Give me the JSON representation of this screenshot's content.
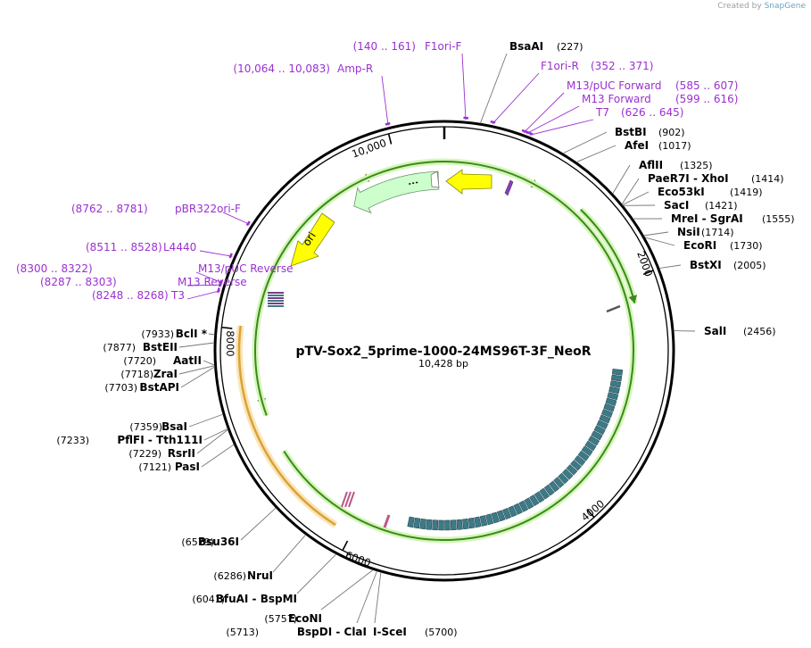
{
  "credit": {
    "prefix": "Created by",
    "brand": "SnapGene"
  },
  "plasmid": {
    "name": "pTV-Sox2_5prime-1000-24MS96T-3F_NeoR",
    "length_label": "10,428 bp",
    "length": 10428
  },
  "ticks": [
    "10,000",
    "2000",
    "4000",
    "6000",
    "8000"
  ],
  "enzymes": [
    {
      "name": "BsaAI",
      "pos": "(227)",
      "side": "right"
    },
    {
      "name": "BstBI",
      "pos": "(902)",
      "side": "right"
    },
    {
      "name": "AfeI",
      "pos": "(1017)",
      "side": "right"
    },
    {
      "name": "AflII",
      "pos": "(1325)",
      "side": "right"
    },
    {
      "name": "PaeR7I - XhoI",
      "pos": "(1414)",
      "side": "right"
    },
    {
      "name": "Eco53kI",
      "pos": "(1419)",
      "side": "right"
    },
    {
      "name": "SacI",
      "pos": "(1421)",
      "side": "right"
    },
    {
      "name": "MreI - SgrAI",
      "pos": "(1555)",
      "side": "right"
    },
    {
      "name": "NsiI",
      "pos": "(1714)",
      "side": "right"
    },
    {
      "name": "EcoRI",
      "pos": "(1730)",
      "side": "right"
    },
    {
      "name": "BstXI",
      "pos": "(2005)",
      "side": "right"
    },
    {
      "name": "SalI",
      "pos": "(2456)",
      "side": "right"
    },
    {
      "name": "I-SceI",
      "pos": "(5700)",
      "side": "right"
    },
    {
      "name": "BspDI - ClaI",
      "pos": "(5713)",
      "side": "left"
    },
    {
      "name": "EcoNI",
      "pos": "(5757)",
      "side": "left"
    },
    {
      "name": "BfuAI - BspMI",
      "pos": "(6041)",
      "side": "left"
    },
    {
      "name": "NruI",
      "pos": "(6286)",
      "side": "left"
    },
    {
      "name": "Bsu36I",
      "pos": "(6579)",
      "side": "left"
    },
    {
      "name": "PasI",
      "pos": "(7121)",
      "side": "left"
    },
    {
      "name": "RsrII",
      "pos": "(7229)",
      "side": "left"
    },
    {
      "name": "PflFI - Tth111I",
      "pos": "(7233)",
      "side": "left"
    },
    {
      "name": "BsaI",
      "pos": "(7359)",
      "side": "left"
    },
    {
      "name": "BstAPI",
      "pos": "(7703)",
      "side": "left"
    },
    {
      "name": "ZraI",
      "pos": "(7718)",
      "side": "left"
    },
    {
      "name": "AatII",
      "pos": "(7720)",
      "side": "left"
    },
    {
      "name": "BstEII",
      "pos": "(7877)",
      "side": "left"
    },
    {
      "name": "BclI *",
      "pos": "(7933)",
      "side": "left"
    }
  ],
  "primers": [
    {
      "name": "F1ori-F",
      "pos": "(140 .. 161)"
    },
    {
      "name": "Amp-R",
      "pos": "(10,064 .. 10,083)"
    },
    {
      "name": "F1ori-R",
      "pos": "(352 .. 371)"
    },
    {
      "name": "M13/pUC Forward",
      "pos": "(585 .. 607)"
    },
    {
      "name": "M13 Forward",
      "pos": "(599 .. 616)"
    },
    {
      "name": "T7",
      "pos": "(626 .. 645)"
    },
    {
      "name": "pBR322ori-F",
      "pos": "(8762 .. 8781)"
    },
    {
      "name": "L4440",
      "pos": "(8511 .. 8528)"
    },
    {
      "name": "M13/pUC Reverse",
      "pos": "(8300 .. 8322)"
    },
    {
      "name": "M13 Reverse",
      "pos": "(8287 .. 8303)"
    },
    {
      "name": "T3",
      "pos": "(8248 .. 8268)"
    }
  ],
  "features": [
    {
      "name": "ori"
    }
  ],
  "colors": {
    "backbone": "#000000",
    "primer": "#9b30d0",
    "ori": "#ffff00",
    "ampR": "#ccffcc",
    "feature_arrow": "#3a8a1a",
    "orange_feature": "#d9a23a",
    "repeats": "#3d7a87"
  }
}
